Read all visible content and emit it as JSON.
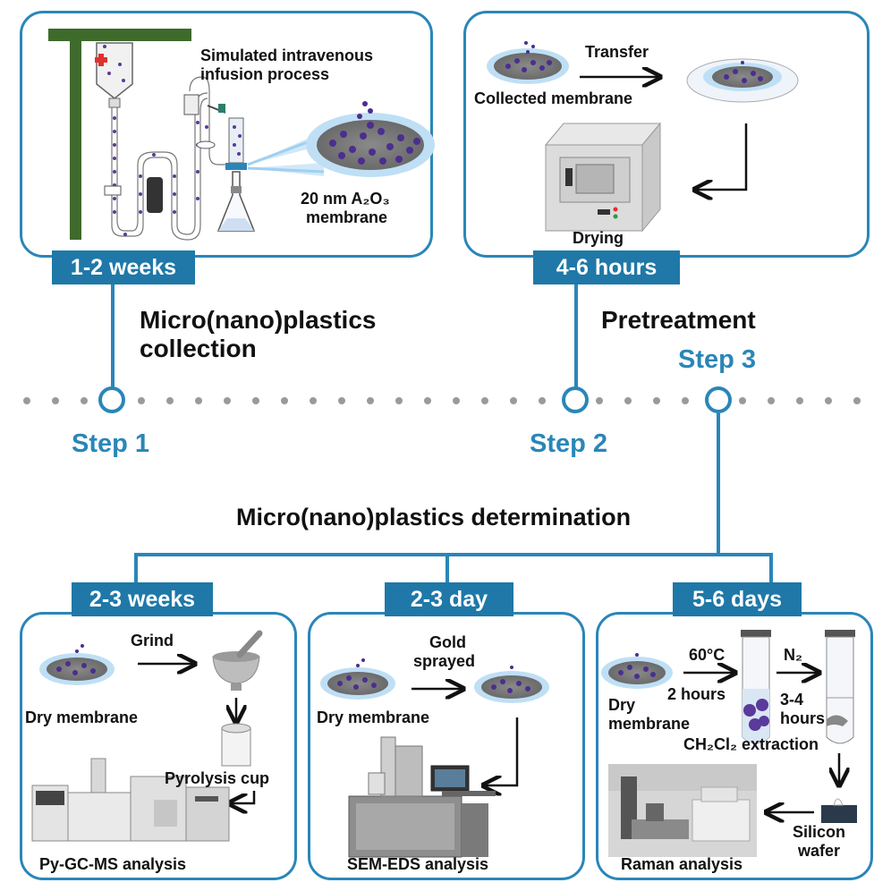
{
  "colors": {
    "accent": "#2a86b8",
    "badge": "#1f78a8",
    "text": "#111111"
  },
  "top": {
    "panel1": {
      "badge": "1-2 weeks",
      "infusion_label_line1": "Simulated intravenous",
      "infusion_label_line2": "infusion process",
      "membrane_line1": "20 nm A₂O₃",
      "membrane_line2": "membrane"
    },
    "panel2": {
      "badge": "4-6 hours",
      "collected": "Collected membrane",
      "transfer": "Transfer",
      "drying": "Drying"
    },
    "caption1_line1": "Micro(nano)plastics",
    "caption1_line2": "collection",
    "caption2": "Pretreatment"
  },
  "steps": {
    "step1": "Step 1",
    "step2": "Step 2",
    "step3": "Step 3"
  },
  "determination": "Micro(nano)plastics  determination",
  "bottom": {
    "panel1": {
      "badge": "2-3 weeks",
      "grind": "Grind",
      "dry_membrane": "Dry membrane",
      "pyrolysis_cup": "Pyrolysis cup",
      "analysis": "Py-GC-MS analysis"
    },
    "panel2": {
      "badge": "2-3 day",
      "gold_line1": "Gold",
      "gold_line2": "sprayed",
      "dry_membrane": "Dry membrane",
      "analysis": "SEM-EDS analysis"
    },
    "panel3": {
      "badge": "5-6 days",
      "dry_line1": "Dry",
      "dry_line2": "membrane",
      "temp": "60°C",
      "time1": "2 hours",
      "gas": "N₂",
      "time2_line1": "3-4",
      "time2_line2": "hours",
      "extraction": "CH₂Cl₂ extraction",
      "silicon_line1": "Silicon",
      "silicon_line2": "wafer",
      "analysis": "Raman analysis"
    }
  }
}
